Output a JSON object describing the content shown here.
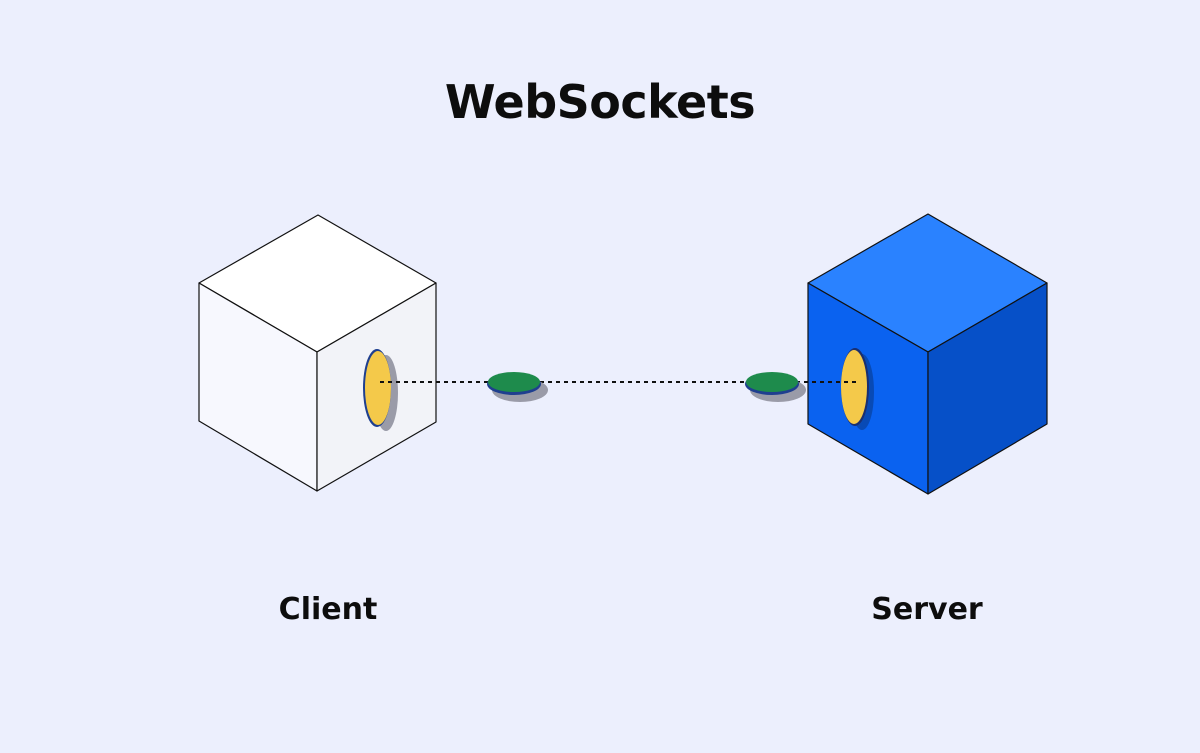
{
  "diagram": {
    "title": "WebSockets",
    "nodes": [
      {
        "id": "client",
        "label": "Client",
        "fill": "#FFFFFF"
      },
      {
        "id": "server",
        "label": "Server",
        "fill": "#2A82FF"
      }
    ],
    "connection": {
      "style": "dotted",
      "packet_color": "#1E8B4C",
      "port_color": "#F4C94A",
      "packets": 2
    }
  }
}
